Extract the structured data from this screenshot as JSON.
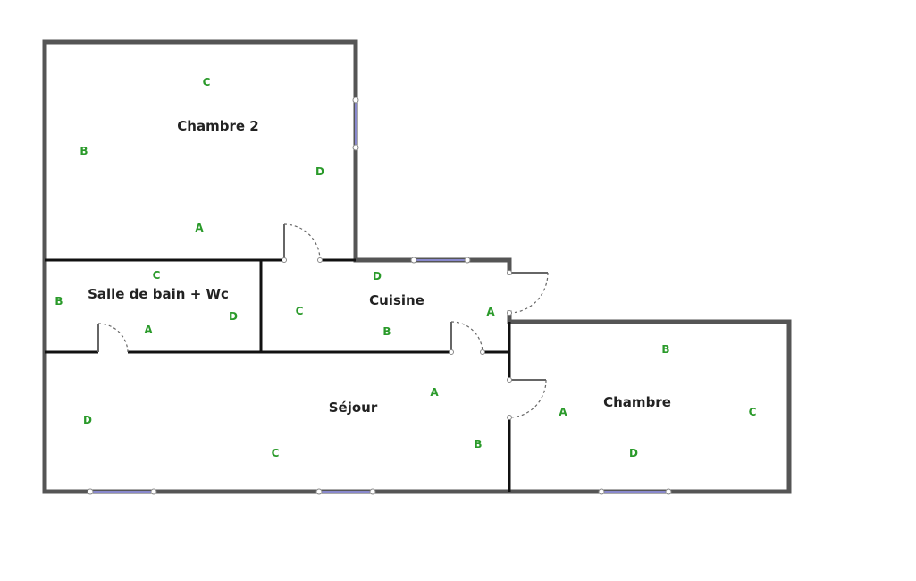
{
  "rooms": {
    "chambre2": {
      "name": "Chambre 2",
      "walls": {
        "A": "A",
        "B": "B",
        "C": "C",
        "D": "D"
      }
    },
    "salle_de_bain": {
      "name": "Salle de bain + Wc",
      "walls": {
        "A": "A",
        "B": "B",
        "C": "C",
        "D": "D"
      }
    },
    "cuisine": {
      "name": "Cuisine",
      "walls": {
        "A": "A",
        "B": "B",
        "C": "C",
        "D": "D"
      }
    },
    "sejour": {
      "name": "Séjour",
      "walls": {
        "A": "A",
        "B": "B",
        "C": "C",
        "D": "D"
      }
    },
    "chambre": {
      "name": "Chambre",
      "walls": {
        "A": "A",
        "B": "B",
        "C": "C",
        "D": "D"
      }
    }
  }
}
